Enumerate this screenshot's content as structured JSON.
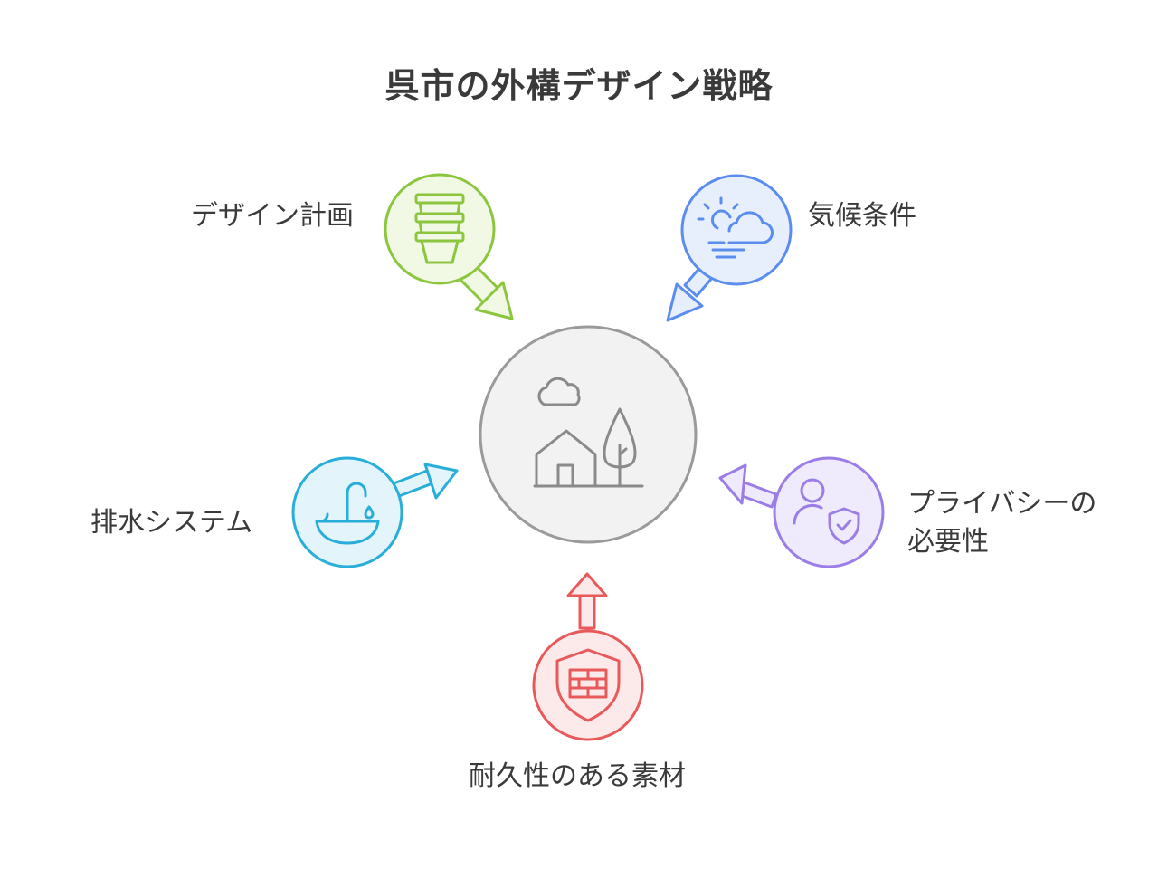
{
  "title": "呉市の外構デザイン戦略",
  "hub": {
    "icon": "house-tree-cloud-icon"
  },
  "nodes": [
    {
      "id": "design",
      "label": "デザイン計画",
      "icon": "stacked-pots-icon",
      "color": "#8cc63f",
      "fill": "#f1f8e4"
    },
    {
      "id": "climate",
      "label": "気候条件",
      "icon": "sun-cloud-wind-icon",
      "color": "#5b8def",
      "fill": "#e8effc"
    },
    {
      "id": "drainage",
      "label": "排水システム",
      "icon": "faucet-basin-icon",
      "color": "#28aed8",
      "fill": "#e3f5fb"
    },
    {
      "id": "privacy",
      "label_line1": "プライバシーの",
      "label_line2": "必要性",
      "icon": "user-shield-icon",
      "color": "#9b7de8",
      "fill": "#f0ebfc"
    },
    {
      "id": "materials",
      "label": "耐久性のある素材",
      "icon": "brick-shield-icon",
      "color": "#e85a5a",
      "fill": "#fce9e9"
    }
  ]
}
